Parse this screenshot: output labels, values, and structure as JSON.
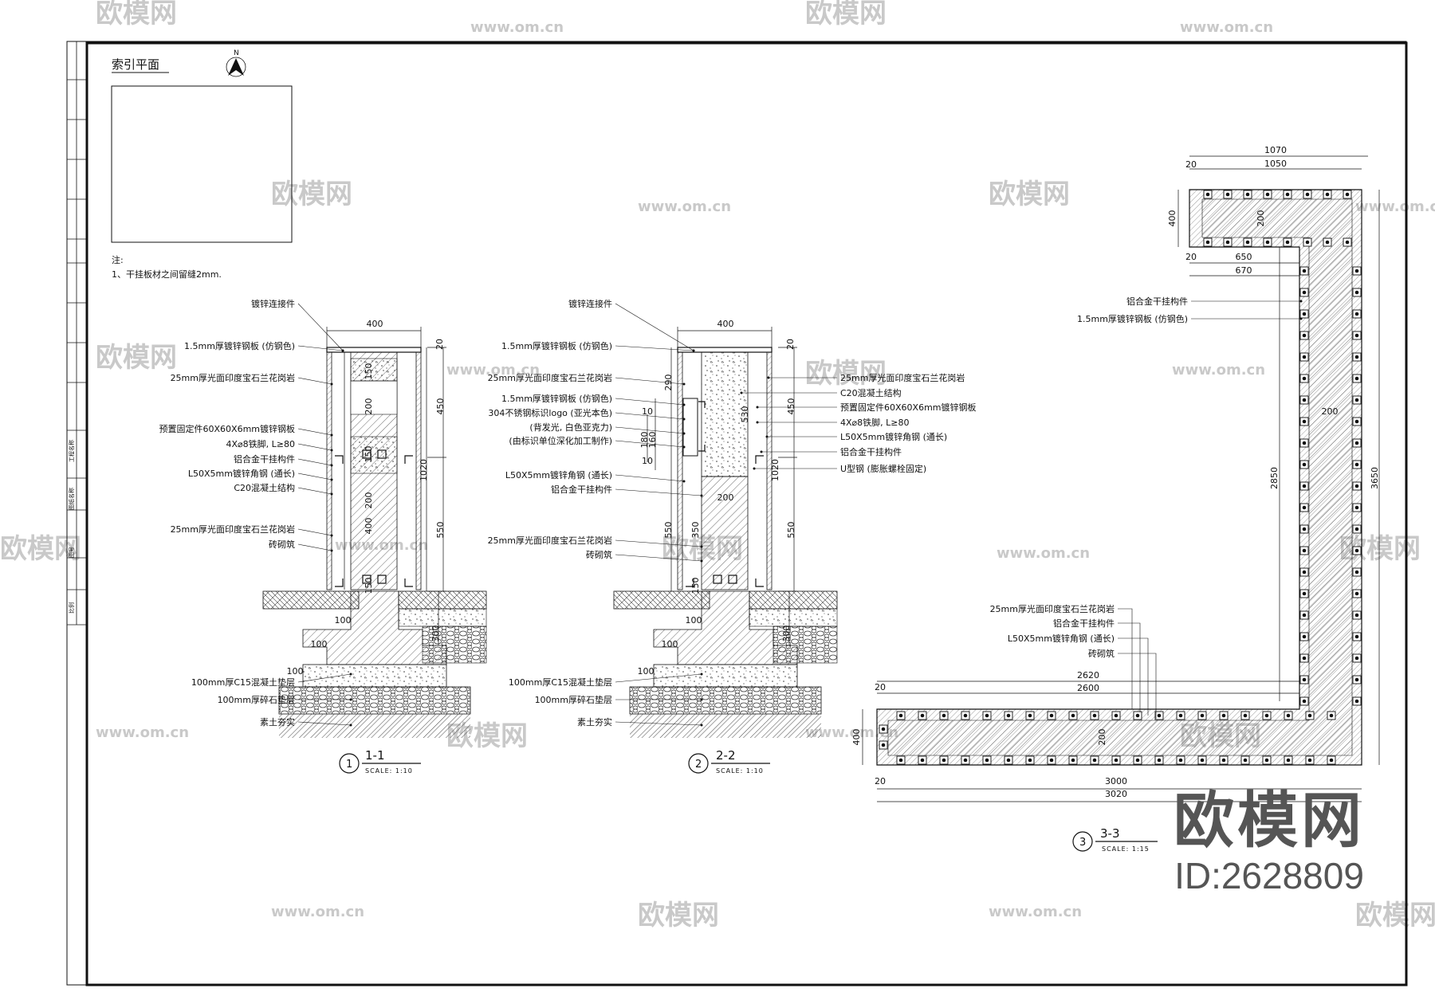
{
  "watermark": {
    "brand": "欧模网",
    "url": "www.om.cn",
    "id": "ID:2628809"
  },
  "index_plan": {
    "title": "索引平面",
    "north": "N"
  },
  "notes": {
    "heading": "注:",
    "items": [
      "1、干挂板材之间留缝2mm."
    ]
  },
  "sections": [
    {
      "no": "1",
      "title": "1-1",
      "scale": "SCALE:  1:10"
    },
    {
      "no": "2",
      "title": "2-2",
      "scale": "SCALE:  1:10"
    },
    {
      "no": "3",
      "title": "3-3",
      "scale": "SCALE:  1:15"
    }
  ],
  "s1": {
    "labels": [
      "镀锌连接件",
      "1.5mm厚镀锌钢板 (仿钢色)",
      "25mm厚光面印度宝石兰花岗岩",
      "预置固定件60X60X6mm镀锌钢板",
      "4X⌀8铁脚, L≥80",
      "铝合金干挂构件",
      "L50X5mm镀锌角钢 (通长)",
      "C20混凝土结构",
      "25mm厚光面印度宝石兰花岗岩",
      "砖砌筑",
      "100mm厚C15混凝土垫层",
      "100mm厚碎石垫层",
      "素土夯实"
    ],
    "dims": [
      "400",
      "20",
      "450",
      "1020",
      "550",
      "300",
      "150",
      "200",
      "150",
      "200",
      "400",
      "150",
      "100",
      "100",
      "100"
    ]
  },
  "s2": {
    "labels_left": [
      "镀锌连接件",
      "1.5mm厚镀锌钢板 (仿钢色)",
      "25mm厚光面印度宝石兰花岗岩",
      "1.5mm厚镀锌钢板 (仿钢色)",
      "304不锈钢标识logo (亚光本色)",
      "(背发光, 白色亚克力)",
      "(由标识单位深化加工制作)",
      "L50X5mm镀锌角钢 (通长)",
      "铝合金干挂构件",
      "25mm厚光面印度宝石兰花岗岩",
      "砖砌筑",
      "100mm厚C15混凝土垫层",
      "100mm厚碎石垫层",
      "素土夯实"
    ],
    "labels_right": [
      "25mm厚光面印度宝石兰花岗岩",
      "C20混凝土结构",
      "预置固定件60X60X6mm镀锌钢板",
      "4X⌀8铁脚, L≥80",
      "L50X5mm镀锌角钢 (通长)",
      "铝合金干挂构件",
      "U型钢 (膨胀螺栓固定)"
    ],
    "dims": [
      "400",
      "20",
      "290",
      "530",
      "180",
      "160",
      "10",
      "10",
      "450",
      "1020",
      "200",
      "350",
      "550",
      "150",
      "550",
      "300",
      "100",
      "100",
      "100"
    ]
  },
  "s3": {
    "labels_top": [
      "铝合金干挂构件",
      "1.5mm厚镀锌钢板 (仿钢色)"
    ],
    "labels_bottom": [
      "25mm厚光面印度宝石兰花岗岩",
      "铝合金干挂构件",
      "L50X5mm镀锌角钢 (通长)",
      "砖砌筑"
    ],
    "dims": [
      "1070",
      "20",
      "1050",
      "400",
      "200",
      "20",
      "650",
      "670",
      "200",
      "2850",
      "3650",
      "2620",
      "20",
      "2600",
      "400",
      "200",
      "20",
      "3000",
      "3020"
    ]
  },
  "titleblock": {
    "labels": [
      "工程名称",
      "图纸名称",
      "图号",
      "比例"
    ]
  }
}
